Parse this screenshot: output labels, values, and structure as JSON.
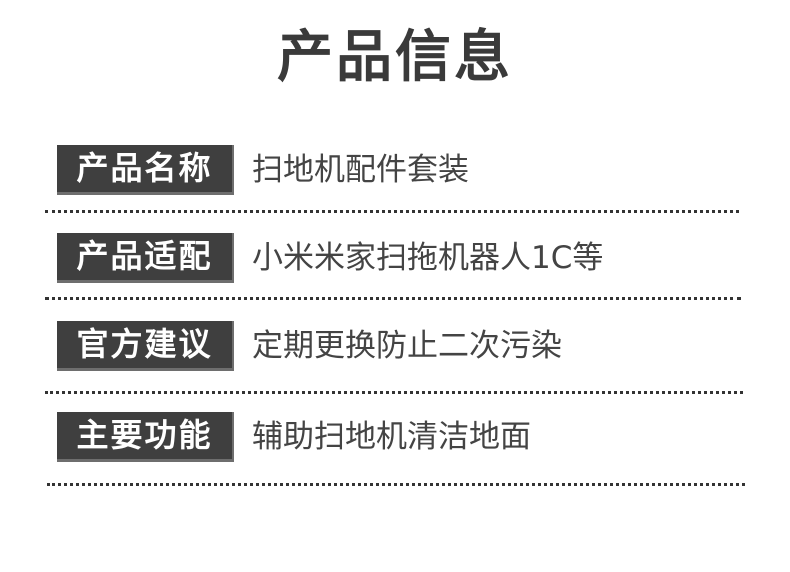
{
  "page_title": "产品信息",
  "rows": [
    {
      "label": "产品名称",
      "value": "扫地机配件套装"
    },
    {
      "label": "产品适配",
      "value": "小米米家扫拖机器人1C等"
    },
    {
      "label": "官方建议",
      "value": "定期更换防止二次污染"
    },
    {
      "label": "主要功能",
      "value": "辅助扫地机清洁地面"
    }
  ],
  "colors": {
    "label_background": "#3f3f3f",
    "label_text": "#ffffff",
    "value_text": "#444444",
    "title_text": "#3a3a3a",
    "divider": "#333333"
  }
}
